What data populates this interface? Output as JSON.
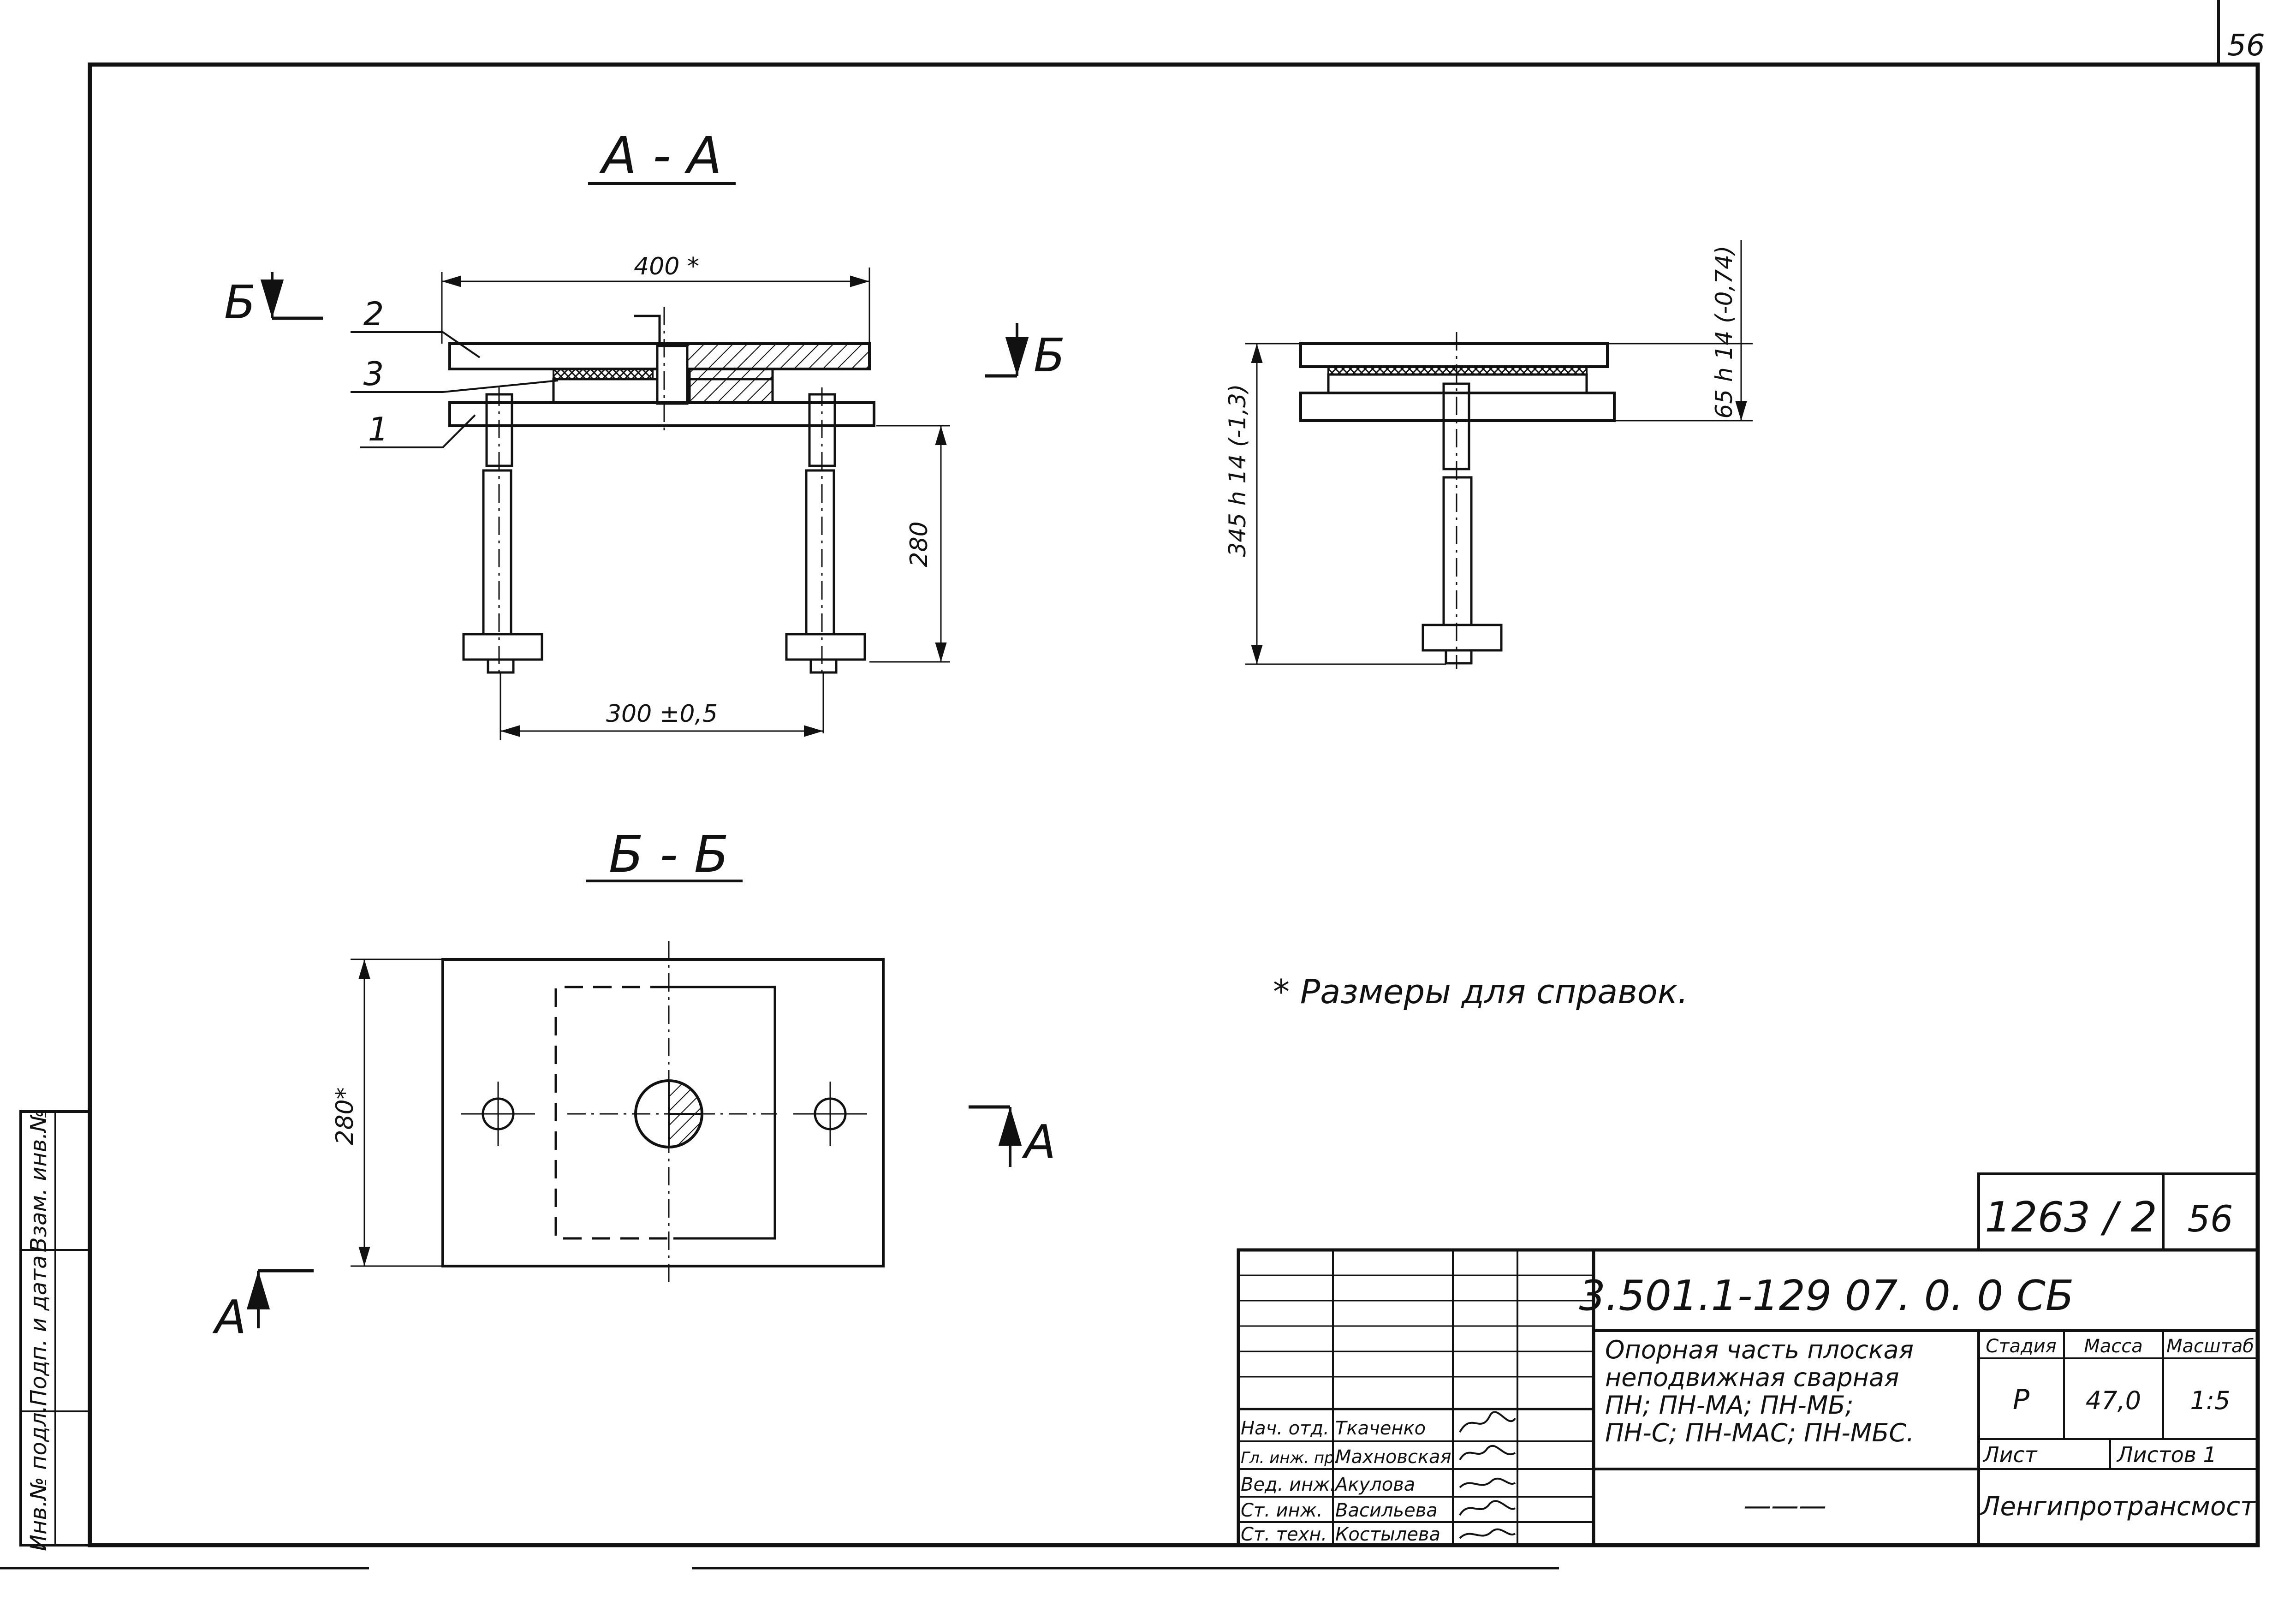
{
  "sheet": {
    "corner_page": "56",
    "note": "* Размеры для справок."
  },
  "views": {
    "section_aa": {
      "title": "А - А",
      "dim_width": "400 *",
      "dim_anchor_spacing": "300 ±0,5",
      "dim_anchor_length": "280",
      "cut_marker_left": "Б",
      "cut_marker_right": "Б",
      "callouts": [
        "2",
        "3",
        "1"
      ]
    },
    "side_view": {
      "dim_total": "345 h 14 (-1,3)",
      "dim_upper": "65 h 14 (-0,74)"
    },
    "section_bb": {
      "title": "Б - Б",
      "dim_height": "280*",
      "cut_marker_left": "А",
      "cut_marker_right": "А"
    }
  },
  "side_stamp": {
    "cells": [
      "Инв.№ подл.",
      "Подп. и дата",
      "Взам. инв.№"
    ]
  },
  "title_block": {
    "album_ref": "1263 / 2",
    "album_sheet": "56",
    "designation": "3.501.1-129 07. 0. 0 СБ",
    "description": [
      "Опорная часть плоская",
      "неподвижная сварная",
      "ПН; ПН-МА; ПН-МБ;",
      "ПН-С; ПН-МАС; ПН-МБС."
    ],
    "headers": {
      "stage": "Стадия",
      "mass": "Масса",
      "scale": "Масштаб"
    },
    "values": {
      "stage": "Р",
      "mass": "47,0",
      "scale": "1:5"
    },
    "sheet_label": "Лист",
    "sheets_label": "Листов 1",
    "organization": "Ленгипротрансмост",
    "dash": "———",
    "staff": [
      {
        "role": "Нач. отд.",
        "name": "Ткаченко"
      },
      {
        "role": "Гл. инж. пр.",
        "name": "Махновская"
      },
      {
        "role": "Вед. инж.",
        "name": "Акулова"
      },
      {
        "role": "Ст. инж.",
        "name": "Васильева"
      },
      {
        "role": "Ст. техн.",
        "name": "Костылева"
      }
    ]
  }
}
